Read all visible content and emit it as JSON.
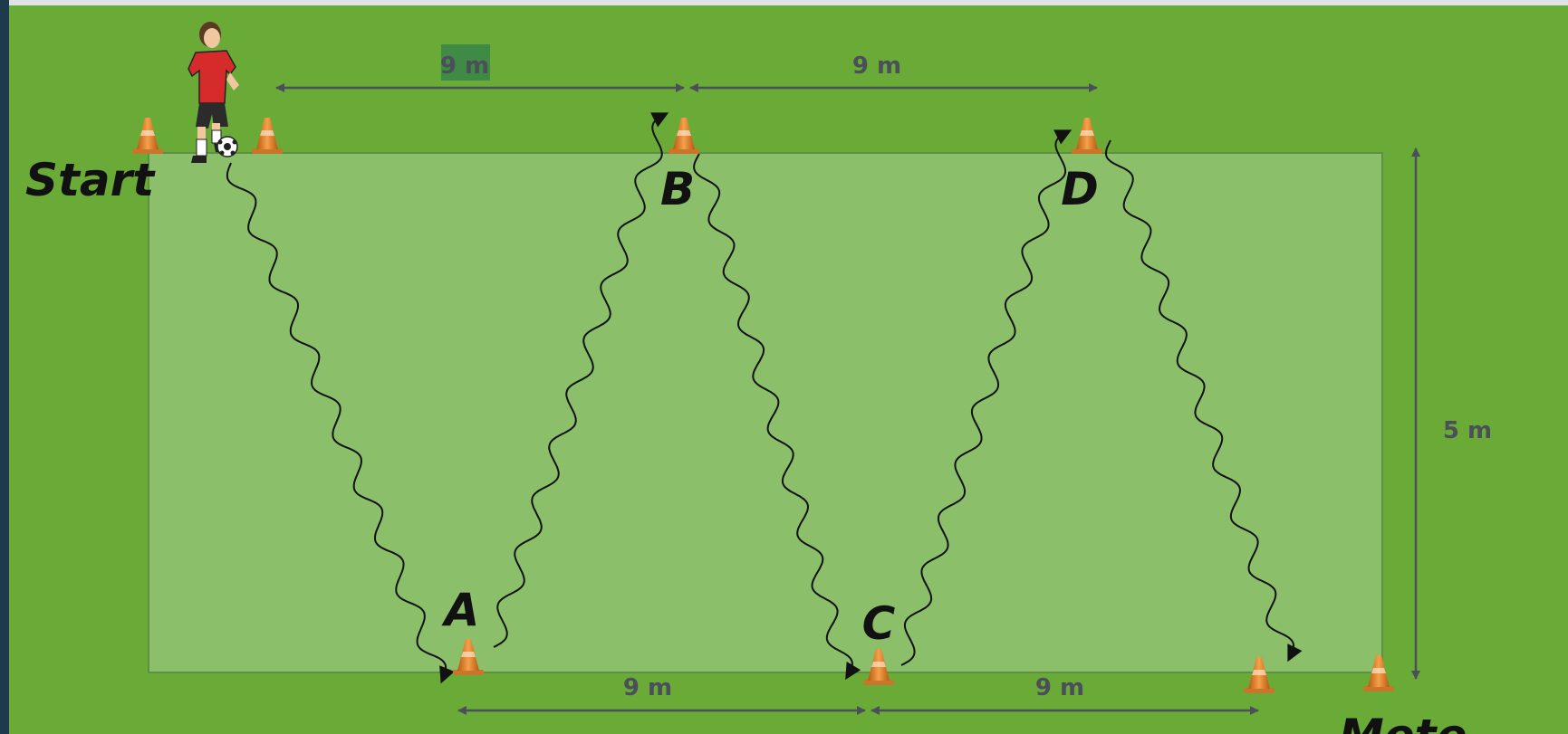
{
  "diagram": {
    "start_label": "Start",
    "end_label": "Mete",
    "cone_labels": {
      "a": "A",
      "b": "B",
      "c": "C",
      "d": "D"
    },
    "dimensions": {
      "top_left": "9 m",
      "top_right": "9 m",
      "bottom_left": "9 m",
      "bottom_right": "9 m",
      "height": "5 m"
    }
  },
  "colors": {
    "grass": "#6aab38",
    "field": "#8bbf6a",
    "field_border": "#5d8f45",
    "arrow": "#4a4f5a",
    "path": "#111111",
    "cone": "#e8862a",
    "highlight": "#3f8a45"
  },
  "icons": {
    "player": "soccer-player-icon",
    "ball": "soccer-ball-icon",
    "cone": "traffic-cone-icon"
  }
}
